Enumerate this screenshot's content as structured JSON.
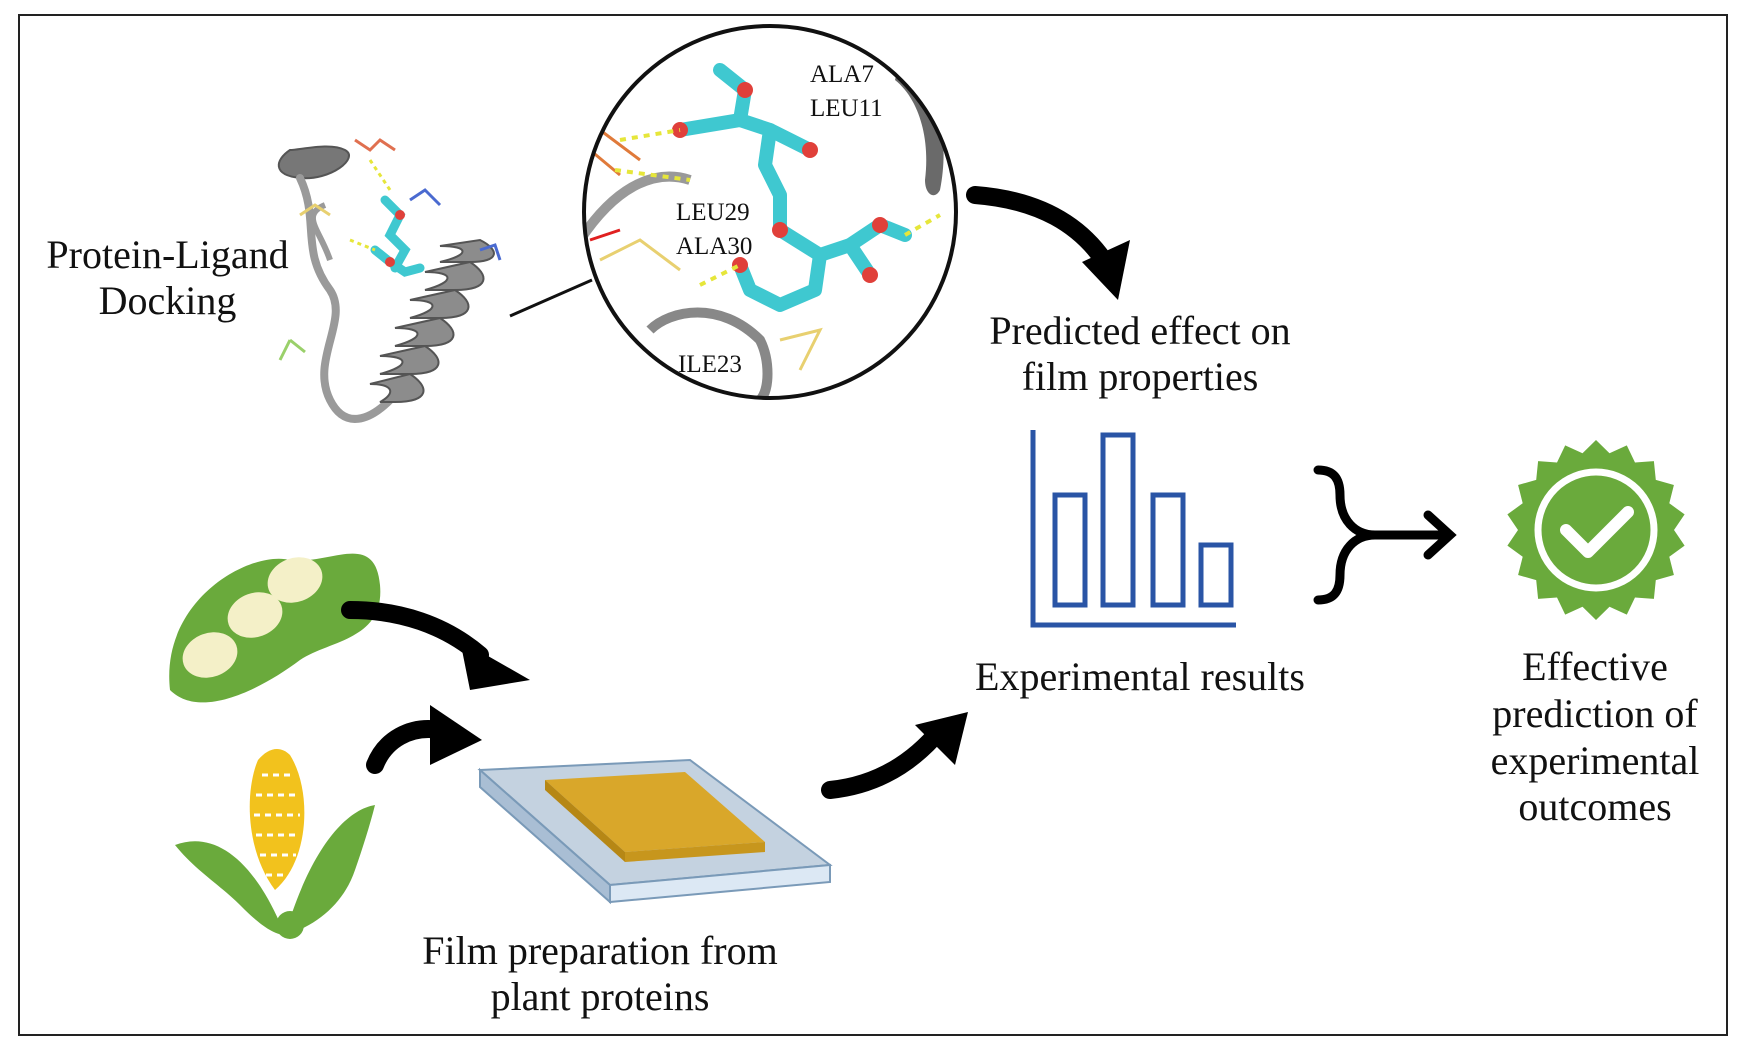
{
  "labels": {
    "docking": [
      "Protein-Ligand",
      "Docking"
    ],
    "predicted": [
      "Predicted effect on",
      "film properties"
    ],
    "experimental": "Experimental results",
    "film": [
      "Film preparation from",
      "plant proteins"
    ],
    "effective": [
      "Effective",
      "prediction of",
      "experimental",
      "outcomes"
    ]
  },
  "residues": {
    "r1": "ALA7",
    "r2": "LEU11",
    "r3": "LEU29",
    "r4": "ALA30",
    "r5": "ILE23"
  },
  "colors": {
    "ligand": "#3fc8d0",
    "oxygen": "#e0403a",
    "protein": "#8a8a8a",
    "hbond": "#e6e63a",
    "bar_chart": "#2a55a6",
    "seal": "#6aaa3c",
    "seed_pod": "#6aaa3c",
    "bean": "#f4f0c8",
    "corn": "#f2c21d",
    "film": "#d9a72a",
    "plate": "#bcc8d6",
    "arrow": "#000000"
  },
  "icons": [
    "protein-structure-icon",
    "docking-zoom-icon",
    "soybean-icon",
    "corn-icon",
    "film-plate-icon",
    "bar-chart-icon",
    "merge-arrow-icon",
    "verified-seal-icon"
  ]
}
